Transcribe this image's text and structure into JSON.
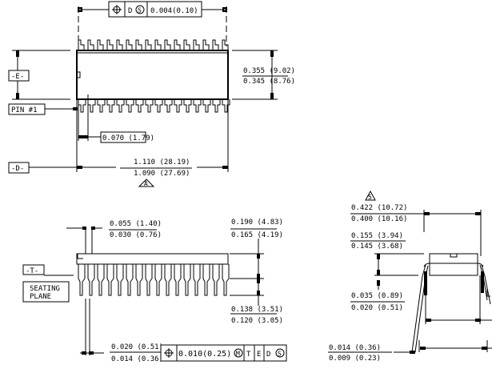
{
  "top_view": {
    "fcf": {
      "datum": "D",
      "modifier": "S",
      "tolerance": "0.004(0.10)"
    },
    "datum_e": "-E-",
    "datum_d": "-D-",
    "pin1_label": "PIN #1",
    "body_width_max": "0.355 (9.02)",
    "body_width_min": "0.345 (8.76)",
    "pin_offset": "0.070 (1.79)",
    "length_max": "1.110 (28.19)",
    "length_min": "1.090 (27.69)",
    "note_flag": "A"
  },
  "side_view": {
    "datum_t": "-T-",
    "seating_plane_line1": "SEATING",
    "seating_plane_line2": "PLANE",
    "shoulder_max": "0.055 (1.40)",
    "shoulder_min": "0.030 (0.76)",
    "height_max": "0.190 (4.83)",
    "height_min": "0.165 (4.19)",
    "lead_length_max": "0.138 (3.51)",
    "lead_length_min": "0.120 (3.05)",
    "lead_width_max": "0.020 (0.51)",
    "lead_width_min": "0.014 (0.36)",
    "fcf": {
      "tolerance": "0.010(0.25)",
      "modifier_m": "M",
      "datum_t": "T",
      "datum_e": "E",
      "datum_d": "D",
      "modifier_s": "S"
    }
  },
  "end_view": {
    "note_flag": "5",
    "span_max": "0.422 (10.72)",
    "span_min": "0.400 (10.16)",
    "body_height_max": "0.155 (3.94)",
    "body_height_min": "0.145 (3.68)",
    "standoff_max": "0.035 (0.89)",
    "standoff_min": "0.020 (0.51)",
    "lead_thickness_max": "0.014 (0.36)",
    "lead_thickness_min": "0.009 (0.23)"
  }
}
